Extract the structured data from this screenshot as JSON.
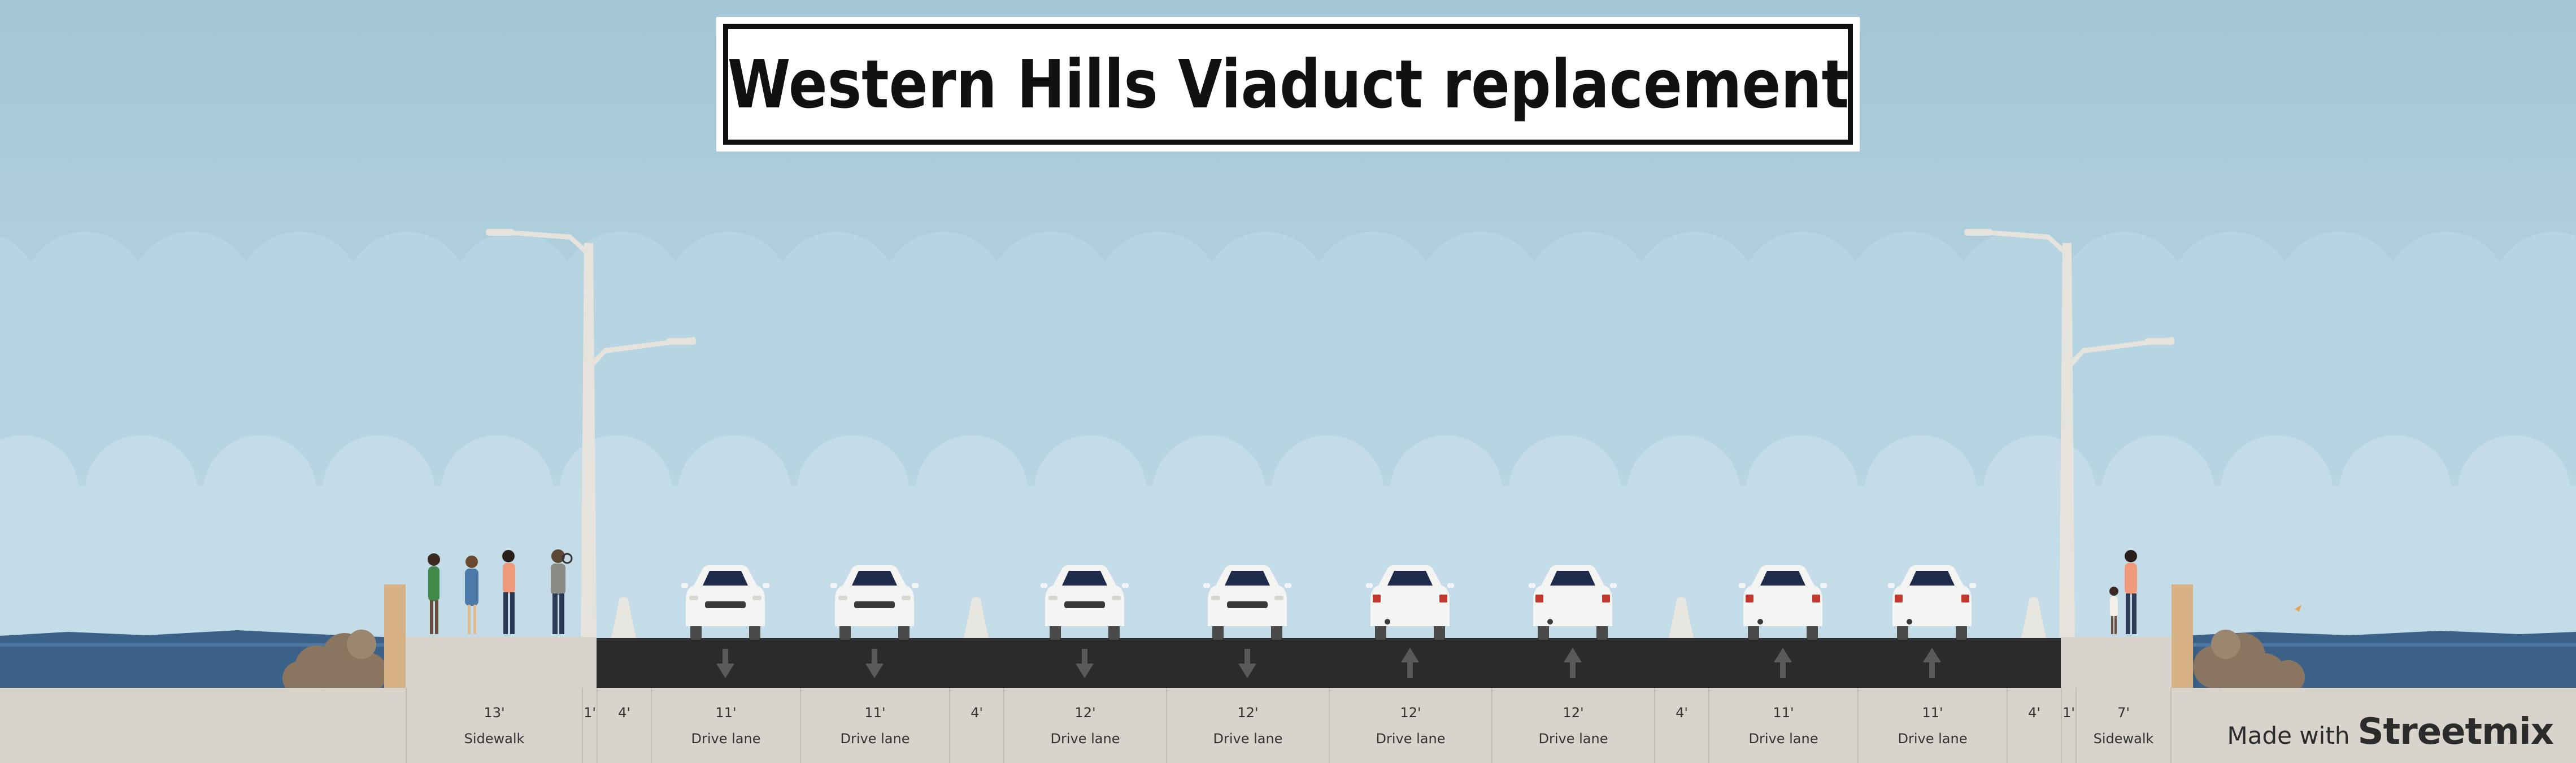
{
  "title": "Western Hills Viaduct replacement",
  "watermark": {
    "prefix": "Made with",
    "brand": "Streetmix"
  },
  "segments": [
    {
      "width": "13'",
      "name": "Sidewalk"
    },
    {
      "width": "1'",
      "name": ""
    },
    {
      "width": "4'",
      "name": ""
    },
    {
      "width": "11'",
      "name": "Drive lane"
    },
    {
      "width": "11'",
      "name": "Drive lane"
    },
    {
      "width": "4'",
      "name": ""
    },
    {
      "width": "12'",
      "name": "Drive lane"
    },
    {
      "width": "12'",
      "name": "Drive lane"
    },
    {
      "width": "12'",
      "name": "Drive lane"
    },
    {
      "width": "12'",
      "name": "Drive lane"
    },
    {
      "width": "4'",
      "name": ""
    },
    {
      "width": "11'",
      "name": "Drive lane"
    },
    {
      "width": "11'",
      "name": "Drive lane"
    },
    {
      "width": "4'",
      "name": ""
    },
    {
      "width": "1'",
      "name": ""
    },
    {
      "width": "7'",
      "name": "Sidewalk"
    }
  ],
  "lanes": [
    {
      "direction": "down",
      "car": "front"
    },
    {
      "direction": "down",
      "car": "front"
    },
    {
      "direction": "down",
      "car": "front"
    },
    {
      "direction": "down",
      "car": "front"
    },
    {
      "direction": "up",
      "car": "rear"
    },
    {
      "direction": "up",
      "car": "rear"
    },
    {
      "direction": "up",
      "car": "rear"
    },
    {
      "direction": "up",
      "car": "rear"
    }
  ],
  "colors": {
    "sky_top": "#9fc3d4",
    "sky_bottom": "#c6dfe8",
    "cloud_back": "#b3d3e1",
    "cloud_front": "#c2dce6",
    "water": "#3a5f86",
    "road": "#2b2b2b",
    "sidewalk": "#d8d3cb",
    "pole": "#e6e3dc"
  }
}
